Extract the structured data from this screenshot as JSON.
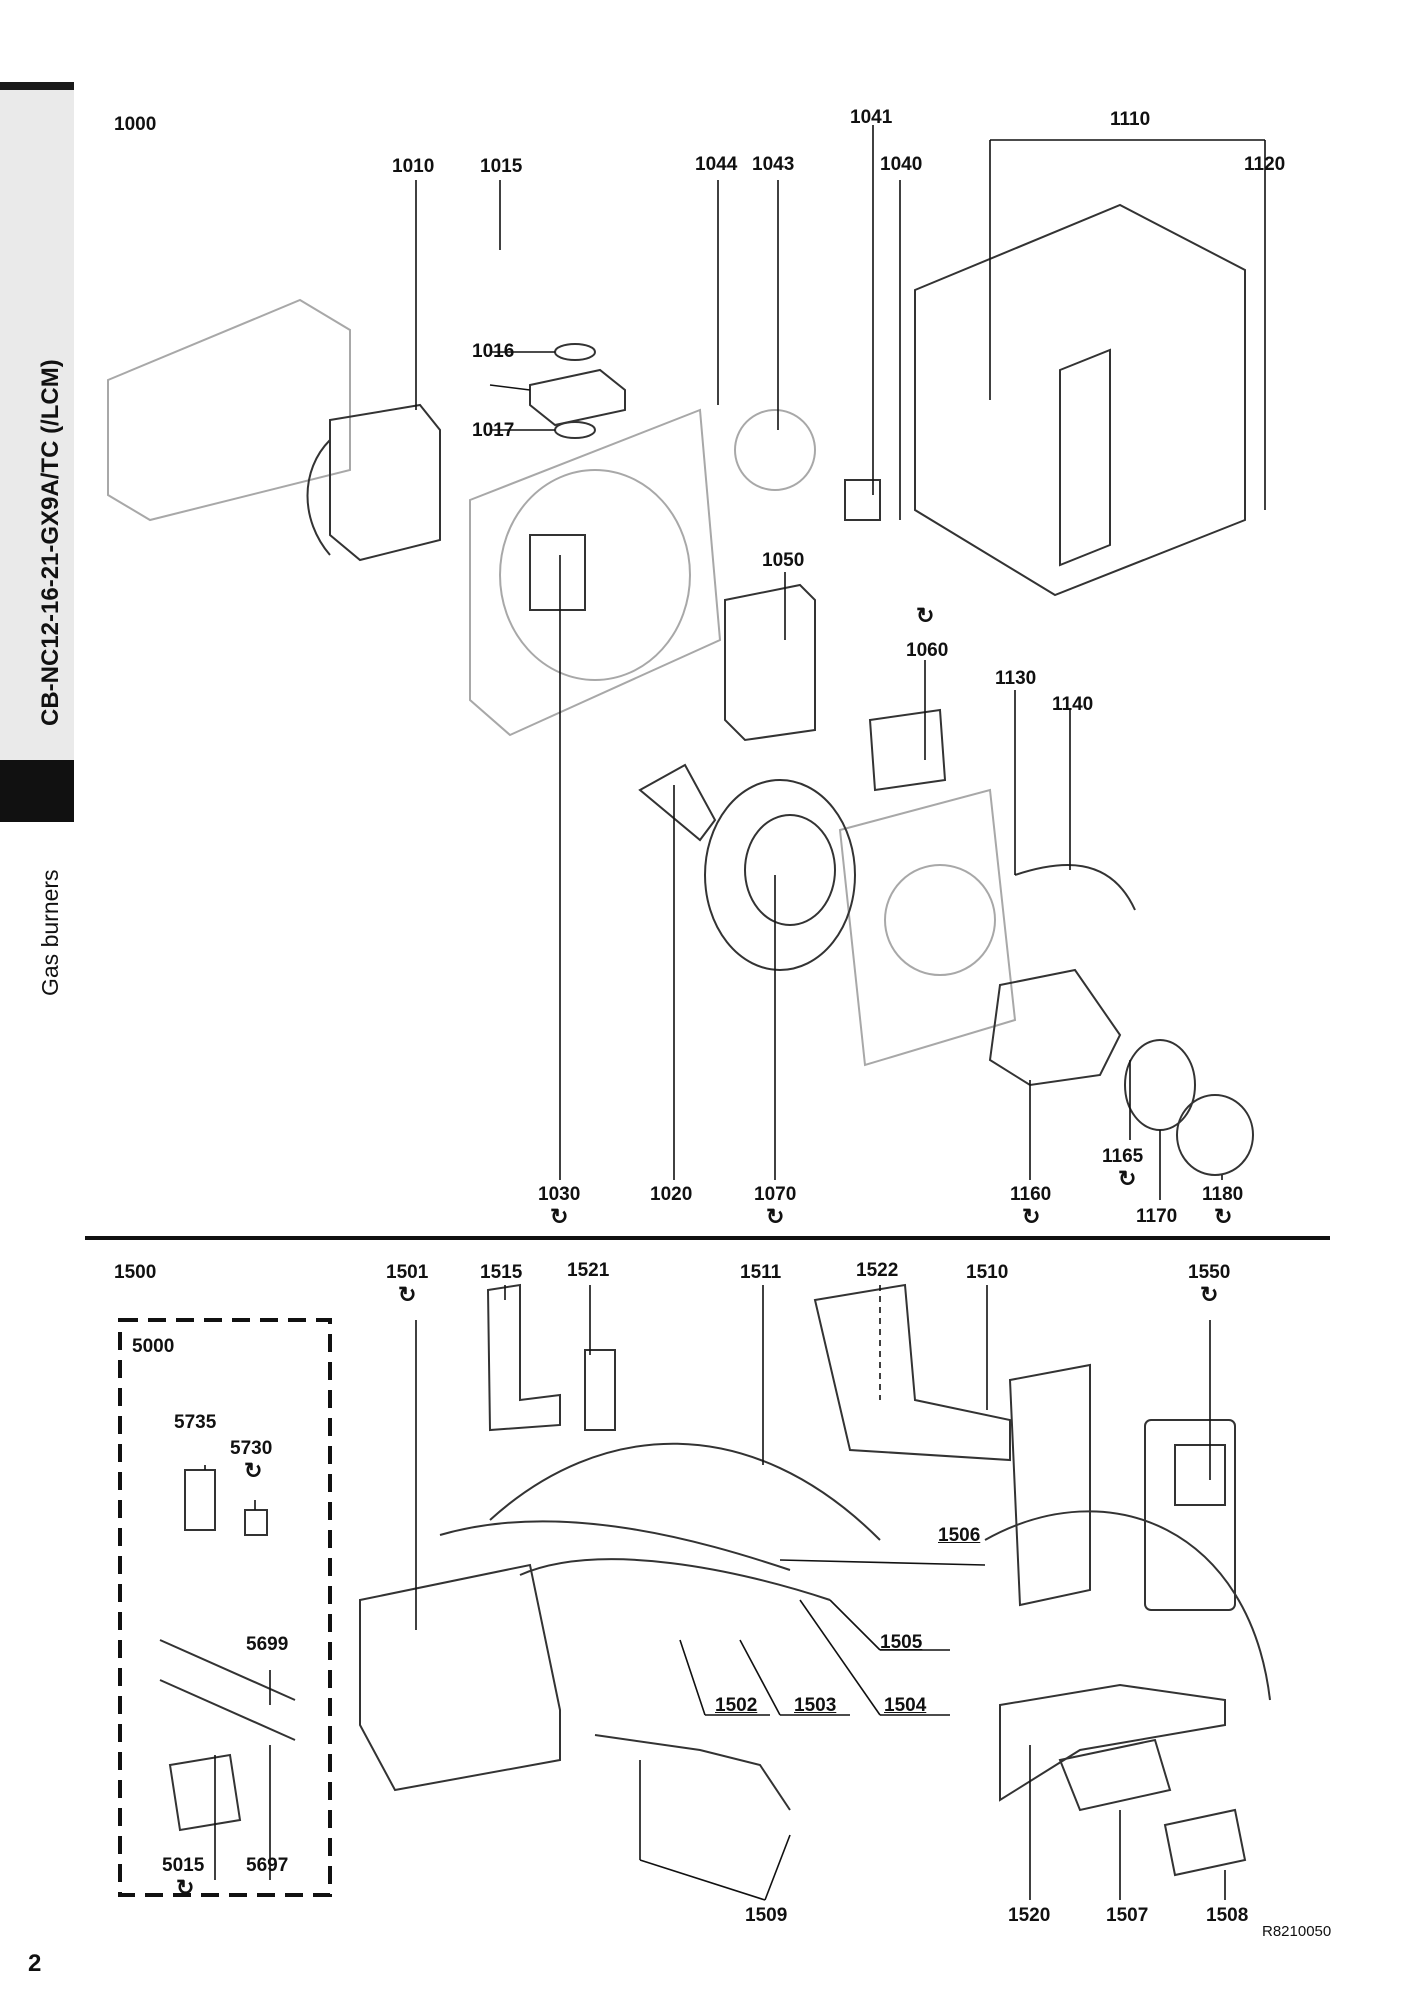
{
  "sidebar": {
    "model": "CB-NC12-16-21-GX9A/TC (/LCM)",
    "category": "Gas burners"
  },
  "page_number": "2",
  "drawing_ref": "R8210050",
  "labels": {
    "l1000": "1000",
    "l1010": "1010",
    "l1015": "1015",
    "l1016": "1016",
    "l1017": "1017",
    "l1020": "1020",
    "l1030": "1030",
    "l1040": "1040",
    "l1041": "1041",
    "l1043": "1043",
    "l1044": "1044",
    "l1050": "1050",
    "l1060": "1060",
    "l1070": "1070",
    "l1110": "1110",
    "l1120": "1120",
    "l1130": "1130",
    "l1140": "1140",
    "l1160": "1160",
    "l1165": "1165",
    "l1170": "1170",
    "l1180": "1180",
    "l1500": "1500",
    "l1501": "1501",
    "l1502": "1502",
    "l1503": "1503",
    "l1504": "1504",
    "l1505": "1505",
    "l1506": "1506",
    "l1507": "1507",
    "l1508": "1508",
    "l1509": "1509",
    "l1510": "1510",
    "l1511": "1511",
    "l1515": "1515",
    "l1520": "1520",
    "l1521": "1521",
    "l1522": "1522",
    "l1550": "1550",
    "l5000": "5000",
    "l5015": "5015",
    "l5697": "5697",
    "l5699": "5699",
    "l5730": "5730",
    "l5735": "5735"
  },
  "cycle_symbol": "↻",
  "colors": {
    "ink": "#111111",
    "part": "#9a9a9a",
    "sidebar": "#eaeaea"
  }
}
